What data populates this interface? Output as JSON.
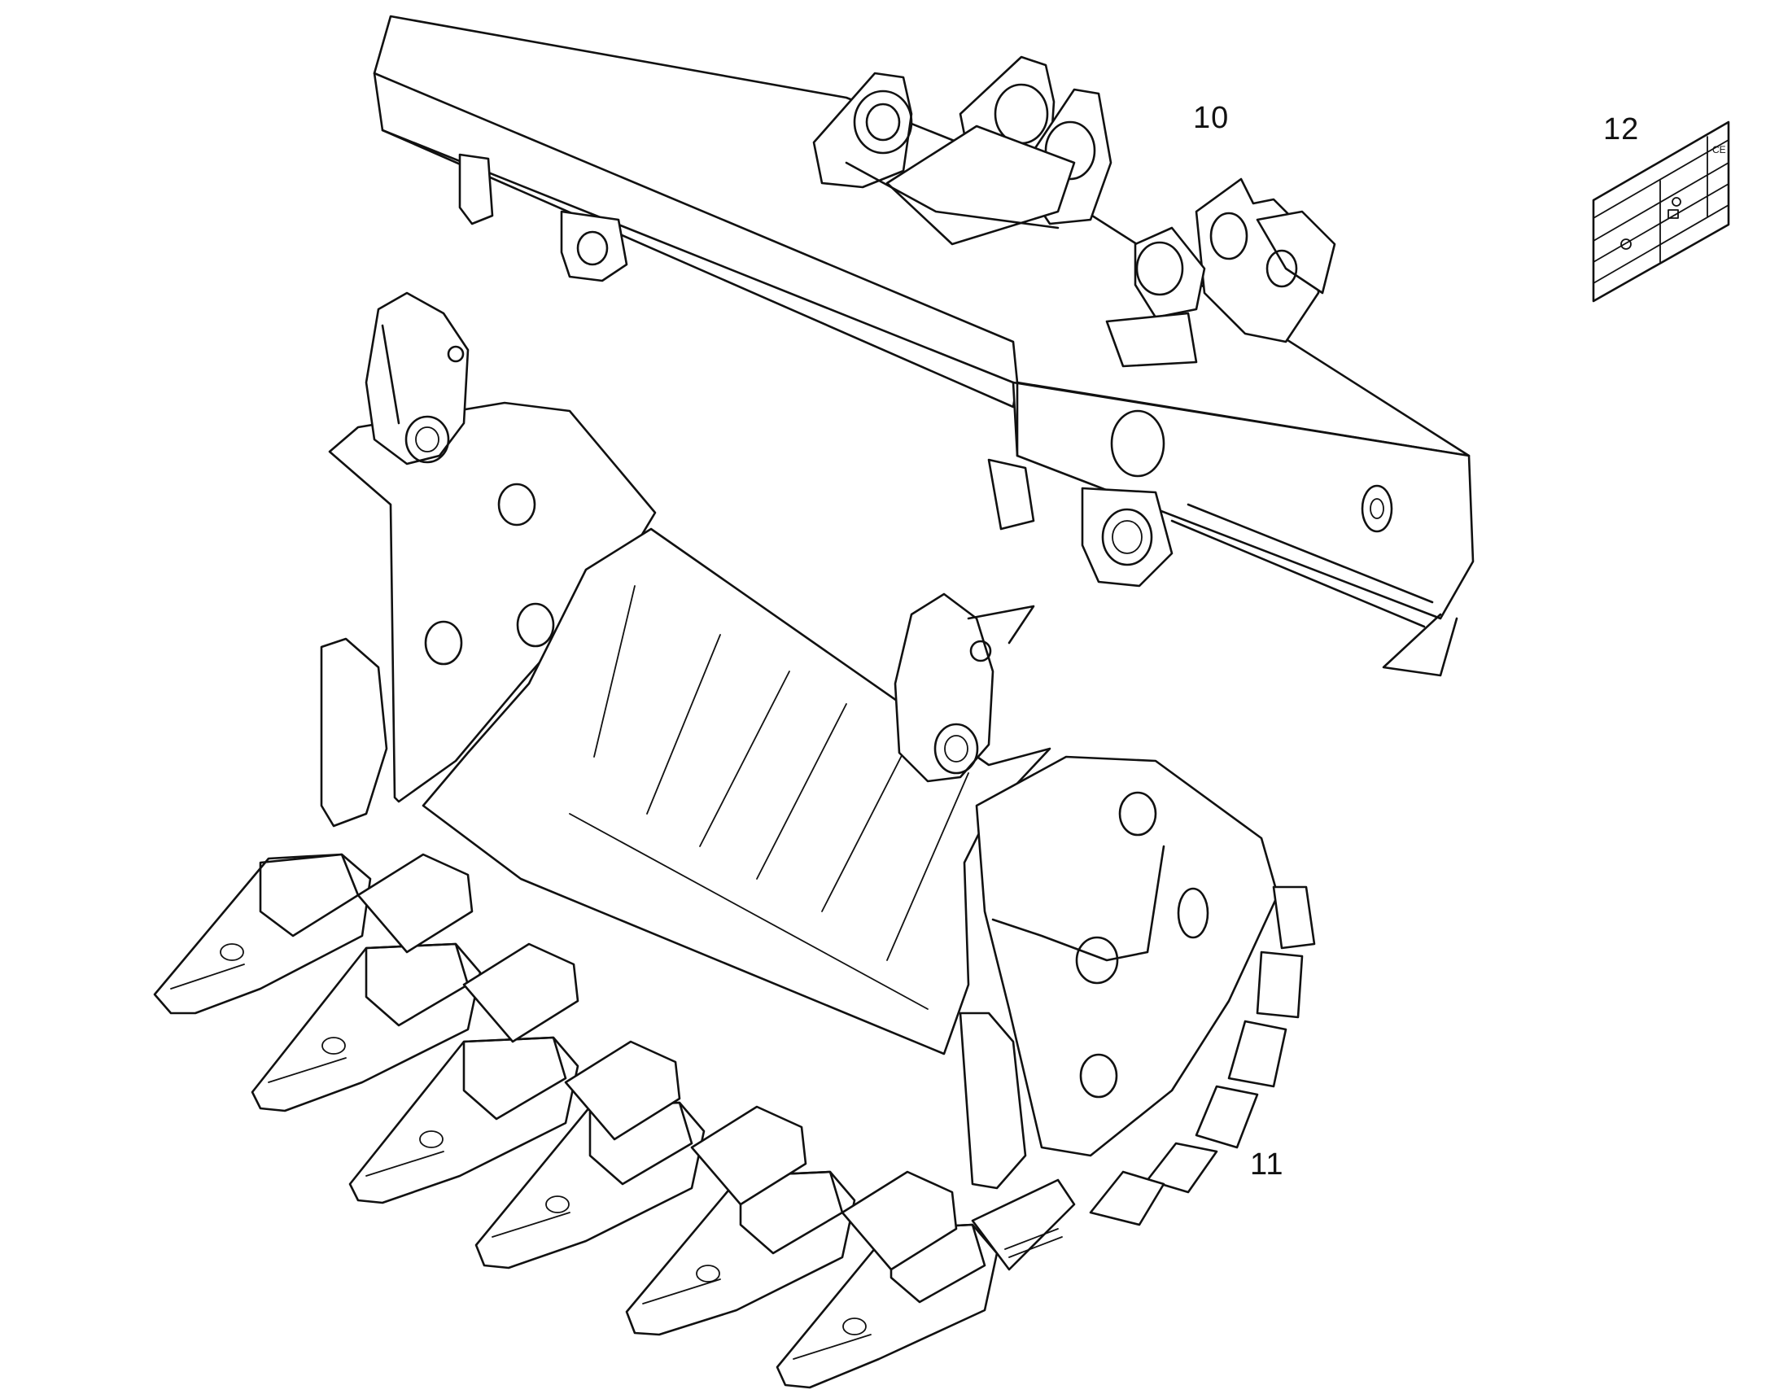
{
  "callouts": {
    "arm": "10",
    "bucket": "11",
    "label": "12"
  },
  "colors": {
    "line": "#111111",
    "background": "#ffffff"
  },
  "icons": {
    "plate_ce": "ce-mark-icon",
    "plate_signs": "warning-pictogram-icon"
  }
}
